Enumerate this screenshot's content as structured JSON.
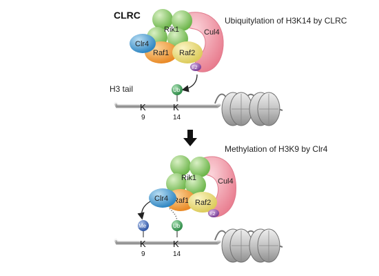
{
  "complex_name": "CLRC",
  "top_panel": {
    "caption": "Ubiquitylation of H3K14 by CLRC",
    "subunits": {
      "rik1": "Rik1",
      "cul4": "Cul4",
      "clr4": "Clr4",
      "raf1": "Raf1",
      "raf2": "Raf2",
      "e2": "E2"
    },
    "mark_ub": "Ub",
    "tail_label": "H3 tail",
    "lys_a": "K",
    "lys_a_num": "9",
    "lys_b": "K",
    "lys_b_num": "14"
  },
  "bottom_panel": {
    "caption": "Methylation of H3K9 by Clr4",
    "subunits": {
      "rik1": "Rik1",
      "cul4": "Cul4",
      "clr4": "Clr4",
      "raf1": "Raf1",
      "raf2": "Raf2",
      "e2": "E2"
    },
    "mark_me": "Me",
    "mark_ub": "Ub",
    "lys_a": "K",
    "lys_a_num": "9",
    "lys_b": "K",
    "lys_b_num": "14"
  },
  "colors": {
    "rik1": "#8fca6a",
    "cul4": "#ef9aa6",
    "clr4": "#4f9fd4",
    "raf1": "#ef9d3f",
    "raf2": "#eadc7c",
    "e2": "#8e54a8",
    "ub": "#3e9f58",
    "me": "#3f67b5",
    "nucleosome": "#a8a8a8"
  }
}
